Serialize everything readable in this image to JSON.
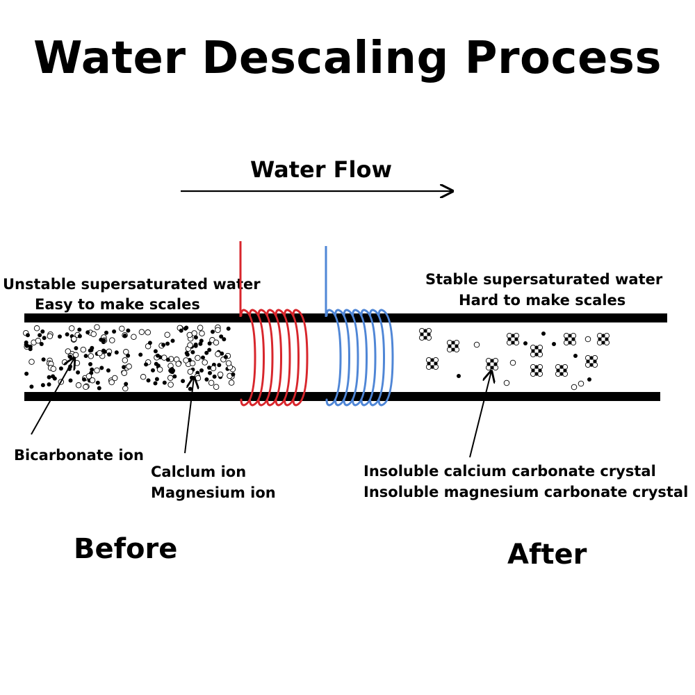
{
  "title": "Water Descaling Process",
  "flow": {
    "label": "Water Flow"
  },
  "before": {
    "line1": "Unstable supersaturated water",
    "line2": "Easy to make scales",
    "bicarbonate": "Bicarbonate ion",
    "calcium": "Calclum ion",
    "magnesium": "Magnesium ion",
    "caption": "Before"
  },
  "after": {
    "line1": "Stable supersaturated water",
    "line2": "Hard to make scales",
    "crystal1": "Insoluble calcium carbonate crystal",
    "crystal2": "Insoluble  magnesium carbonate  crystal",
    "caption": "After"
  },
  "colors": {
    "pipe": "#000000",
    "coil_in": "#d8262c",
    "coil_out": "#4f86d6",
    "background": "#ffffff"
  },
  "icons": {
    "open_circle": "bicarbonate-ion-icon",
    "filled_circle": "calcium-ion-icon",
    "cluster": "carbonate-crystal-icon"
  }
}
